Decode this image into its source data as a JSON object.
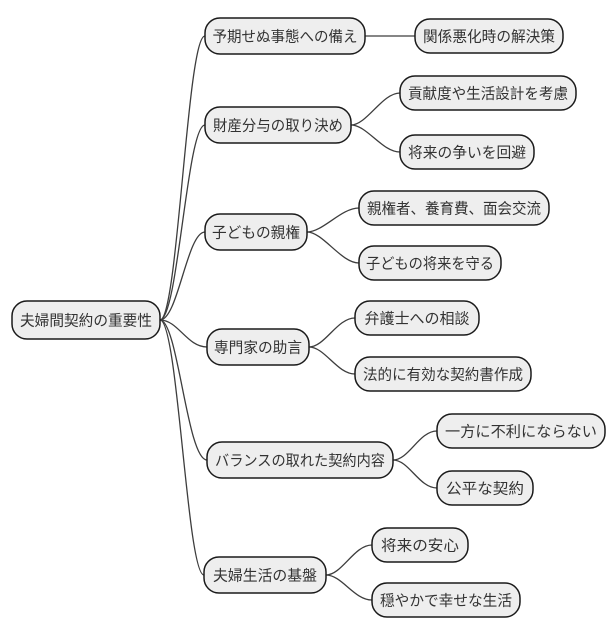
{
  "diagram": {
    "type": "mindmap",
    "root": {
      "label": "夫婦間契約の重要性"
    },
    "branches": [
      {
        "label": "予期せぬ事態への備え",
        "children": [
          {
            "label": "関係悪化時の解決策"
          }
        ]
      },
      {
        "label": "財産分与の取り決め",
        "children": [
          {
            "label": "貢献度や生活設計を考慮"
          },
          {
            "label": "将来の争いを回避"
          }
        ]
      },
      {
        "label": "子どもの親権",
        "children": [
          {
            "label": "親権者、養育費、面会交流"
          },
          {
            "label": "子どもの将来を守る"
          }
        ]
      },
      {
        "label": "専門家の助言",
        "children": [
          {
            "label": "弁護士への相談"
          },
          {
            "label": "法的に有効な契約書作成"
          }
        ]
      },
      {
        "label": "バランスの取れた契約内容",
        "children": [
          {
            "label": "一方に不利にならない"
          },
          {
            "label": "公平な契約"
          }
        ]
      },
      {
        "label": "夫婦生活の基盤",
        "children": [
          {
            "label": "将来の安心"
          },
          {
            "label": "穏やかで幸せな生活"
          }
        ]
      }
    ],
    "colors": {
      "background": "#ffffff",
      "node_fill": "#eeeeee",
      "node_border": "#1a1a1a",
      "edge": "#3d3d3d",
      "text": "#333333"
    }
  }
}
